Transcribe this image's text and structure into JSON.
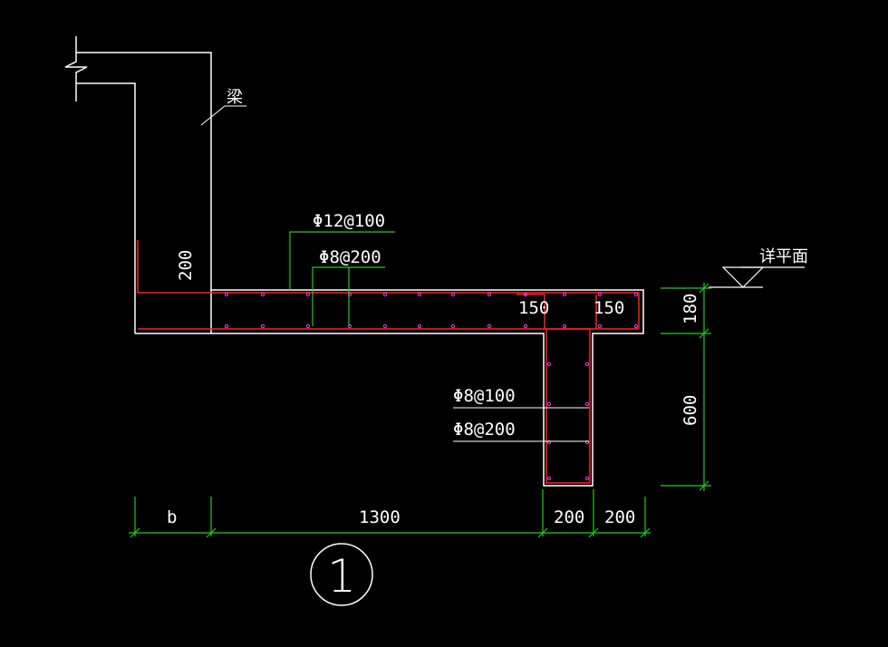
{
  "colors": {
    "background": "#000000",
    "outline": "#ffffff",
    "rebar": "#ff2020",
    "leader": "#22cc22",
    "dots": "#ff33ff"
  },
  "labels": {
    "beam": "梁",
    "detail_plan": "详平面",
    "slab_main_rebar": "Φ12@100",
    "slab_dist_rebar": "Φ8@200",
    "rib_stirrup": "Φ8@100",
    "rib_dist": "Φ8@200",
    "wall_thickness": "200",
    "spacing_left": "150",
    "spacing_right": "150",
    "detail_number": "1"
  },
  "dimensions": {
    "slab_height": "180",
    "rib_height": "600",
    "seg_b": "b",
    "seg_1300": "1300",
    "seg_200_a": "200",
    "seg_200_b": "200"
  }
}
